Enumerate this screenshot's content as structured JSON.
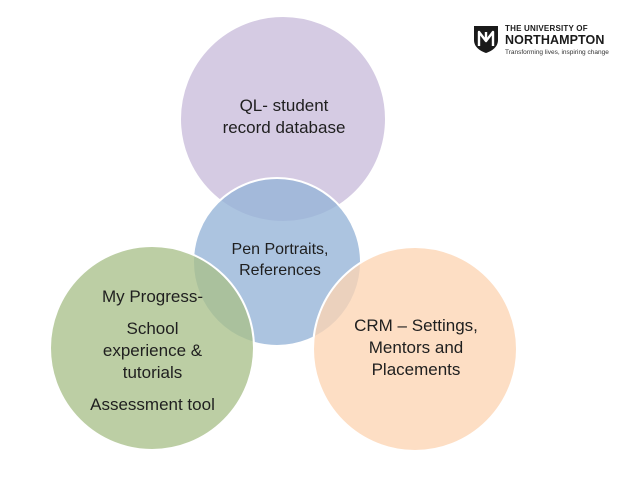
{
  "diagram": {
    "circles": [
      {
        "id": "top",
        "fill": "#c9bcdb",
        "lines": [
          "QL- student",
          "record database"
        ]
      },
      {
        "id": "center",
        "fill": "#95b3d7",
        "lines": [
          "Pen Portraits,",
          "References"
        ]
      },
      {
        "id": "left",
        "fill": "#a9c08a",
        "lines": [
          "My Progress-",
          "School",
          "experience &",
          "tutorials",
          "Assessment tool"
        ]
      },
      {
        "id": "right",
        "fill": "#fcd5b4",
        "lines": [
          "CRM – Settings,",
          "Mentors and",
          "Placements"
        ]
      }
    ],
    "stroke_color": "#ffffff"
  },
  "logo": {
    "line1": "THE UNIVERSITY OF",
    "line2": "NORTHAMPTON",
    "line3": "Transforming lives, inspiring change",
    "mark_color": "#1a1a1a"
  }
}
